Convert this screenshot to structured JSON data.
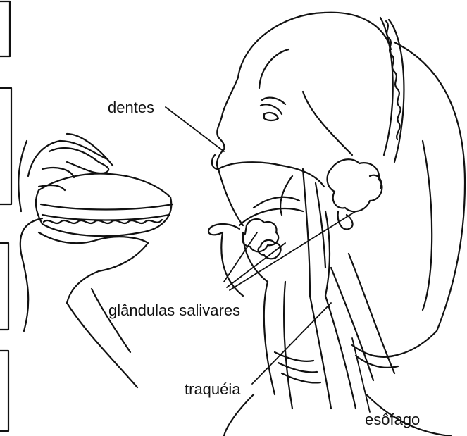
{
  "labels": {
    "teeth": "dentes",
    "salivary_glands": "glândulas salivares",
    "trachea": "traquéia",
    "esophagus": "esôfago"
  },
  "colors": {
    "ink": "#111111",
    "paper": "#ffffff"
  }
}
